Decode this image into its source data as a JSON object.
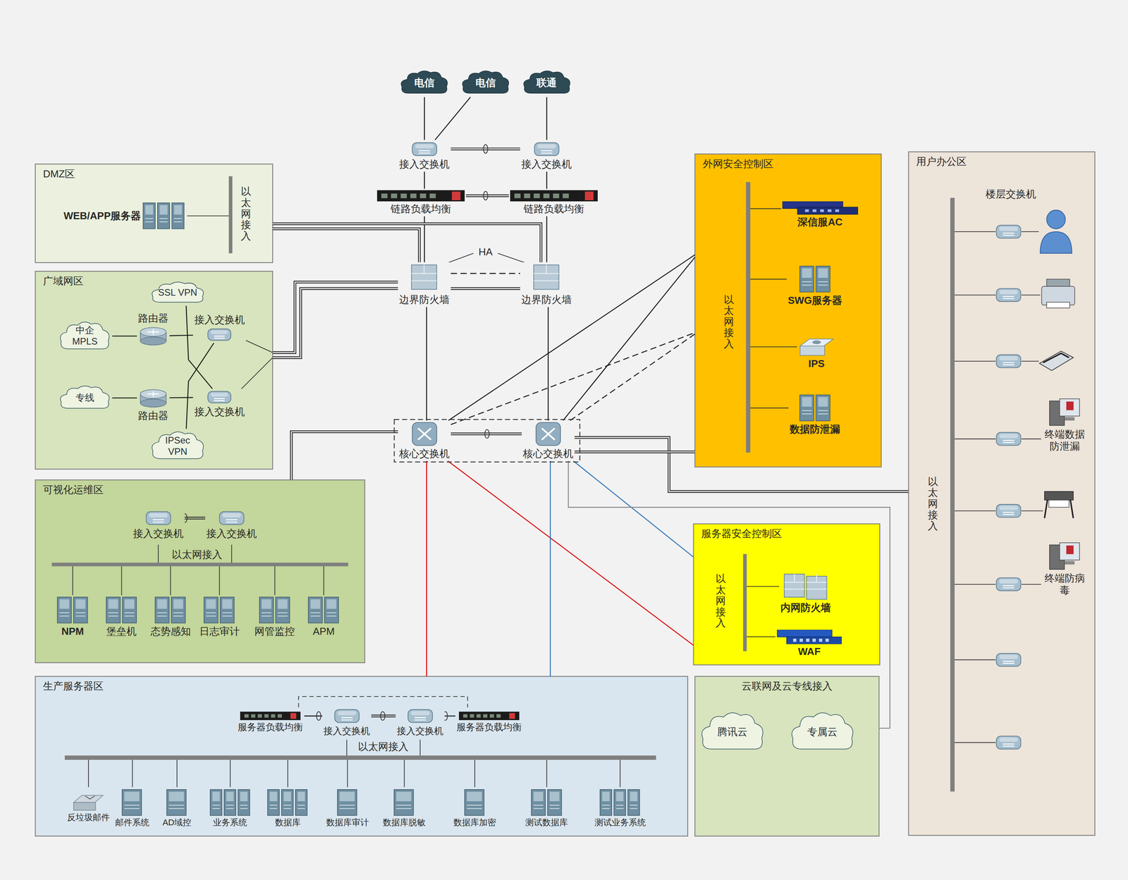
{
  "diagram": {
    "nodes": [
      {
        "text": [
          "电信"
        ]
      },
      {
        "text": [
          "电信"
        ]
      },
      {
        "text": [
          "联通"
        ]
      },
      {
        "text": [
          "接入交换机"
        ]
      },
      {
        "text": [
          "接入交换机"
        ]
      },
      {
        "text": [
          "链路负载均衡"
        ]
      },
      {
        "text": [
          "链路负载均衡"
        ]
      },
      {
        "text": [
          "边界防火墙"
        ]
      },
      {
        "text": [
          "边界防火墙"
        ]
      },
      {
        "text": [
          "核心交换机"
        ]
      },
      {
        "text": [
          "核心交换机"
        ]
      },
      {
        "text": [
          "DMZ区"
        ]
      },
      {
        "text": [
          "WEB/APP服务器"
        ],
        "in": 11
      },
      {
        "text": [
          "广域网区"
        ]
      },
      {
        "text": [
          "SSL VPN"
        ],
        "in": 13
      },
      {
        "text": [
          "中企 MPLS"
        ],
        "in": 13
      },
      {
        "text": [
          "路由器"
        ],
        "in": 13
      },
      {
        "text": [
          "接入交换机"
        ],
        "in": 13
      },
      {
        "text": [
          "专线"
        ],
        "in": 13
      },
      {
        "text": [
          "路由器"
        ],
        "in": 13
      },
      {
        "text": [
          "接入交换机"
        ],
        "in": 13
      },
      {
        "text": [
          "IPSec VPN"
        ],
        "in": 13
      },
      {
        "text": [
          "可视化运维区"
        ]
      },
      {
        "text": [
          "接入交换机"
        ],
        "in": 22
      },
      {
        "text": [
          "接入交换机"
        ],
        "in": 22
      },
      {
        "text": [
          "NPM"
        ],
        "in": 22
      },
      {
        "text": [
          "堡垒机"
        ],
        "in": 22
      },
      {
        "text": [
          "态势感知"
        ],
        "in": 22
      },
      {
        "text": [
          "日志审计"
        ],
        "in": 22
      },
      {
        "text": [
          "网管监控"
        ],
        "in": 22
      },
      {
        "text": [
          "APM"
        ],
        "in": 22
      },
      {
        "text": [
          "生产服务器区"
        ]
      },
      {
        "text": [
          "服务器负载均衡"
        ],
        "in": 31
      },
      {
        "text": [
          "接入交换机"
        ],
        "in": 31
      },
      {
        "text": [
          "接入交换机"
        ],
        "in": 31
      },
      {
        "text": [
          "服务器负载均衡"
        ],
        "in": 31
      },
      {
        "text": [
          "反垃圾邮件"
        ],
        "in": 31
      },
      {
        "text": [
          "邮件系统"
        ],
        "in": 31
      },
      {
        "text": [
          "AD域控"
        ],
        "in": 31
      },
      {
        "text": [
          "业务系统"
        ],
        "in": 31
      },
      {
        "text": [
          "数据库"
        ],
        "in": 31
      },
      {
        "text": [
          "数据库审计"
        ],
        "in": 31
      },
      {
        "text": [
          "数据库脱敏"
        ],
        "in": 31
      },
      {
        "text": [
          "数据库加密"
        ],
        "in": 31
      },
      {
        "text": [
          "测试数据库"
        ],
        "in": 31
      },
      {
        "text": [
          "测试业务系统"
        ],
        "in": 31
      },
      {
        "text": [
          "外网安全控制区"
        ]
      },
      {
        "text": [
          "深信服AC"
        ],
        "in": 46
      },
      {
        "text": [
          "SWG服务器"
        ],
        "in": 46
      },
      {
        "text": [
          "IPS"
        ],
        "in": 46
      },
      {
        "text": [
          "数据防泄漏"
        ],
        "in": 46
      },
      {
        "text": [
          "服务器安全控制区"
        ]
      },
      {
        "text": [
          "内网防火墙"
        ],
        "in": 51
      },
      {
        "text": [
          "WAF"
        ],
        "in": 51
      },
      {
        "text": [
          "云联网及云专线接入"
        ]
      },
      {
        "text": [
          "腾讯云"
        ],
        "in": 54
      },
      {
        "text": [
          "专属云"
        ],
        "in": 54
      },
      {
        "text": [
          "用户办公区"
        ]
      },
      {
        "text": [
          "终端数据防泄漏"
        ],
        "in": 57
      },
      {
        "text": [
          "终端防病毒"
        ],
        "in": 57
      }
    ],
    "edges": [
      {
        "from": 0,
        "to": 3,
        "arrow": "none"
      },
      {
        "from": 1,
        "to": 3,
        "arrow": "none"
      },
      {
        "from": 2,
        "to": 4,
        "arrow": "none"
      },
      {
        "from": 3,
        "to": 4,
        "arrow": "none"
      },
      {
        "from": 5,
        "to": 6,
        "arrow": "none"
      },
      {
        "from": 3,
        "to": 5,
        "arrow": "none"
      },
      {
        "from": 4,
        "to": 6,
        "arrow": "none"
      },
      {
        "from": 5,
        "to": 7,
        "arrow": "none"
      },
      {
        "from": 6,
        "to": 8,
        "arrow": "none"
      },
      {
        "from": 7,
        "to": 8,
        "arrow": "none",
        "label": "HA"
      },
      {
        "from": 7,
        "to": 9,
        "arrow": "none"
      },
      {
        "from": 8,
        "to": 10,
        "arrow": "none"
      },
      {
        "from": 11,
        "to": 7,
        "arrow": "none"
      },
      {
        "from": 11,
        "to": 8,
        "arrow": "none"
      },
      {
        "from": 13,
        "to": 7,
        "arrow": "none"
      },
      {
        "from": 13,
        "to": 8,
        "arrow": "none"
      },
      {
        "from": 22,
        "to": 9,
        "arrow": "none"
      },
      {
        "from": 9,
        "to": 10,
        "arrow": "none"
      },
      {
        "from": 10,
        "to": 57,
        "arrow": "none"
      },
      {
        "from": 9,
        "to": 31,
        "arrow": "none"
      },
      {
        "from": 9,
        "to": 51,
        "arrow": "none"
      },
      {
        "from": 10,
        "to": 31,
        "arrow": "none"
      },
      {
        "from": 10,
        "to": 51,
        "arrow": "none"
      },
      {
        "from": 10,
        "to": 54,
        "arrow": "none"
      },
      {
        "from": 9,
        "to": 46,
        "arrow": "none"
      },
      {
        "from": 10,
        "to": 46,
        "arrow": "none"
      },
      {
        "from": 9,
        "to": 46,
        "arrow": "none"
      },
      {
        "from": 10,
        "to": 46,
        "arrow": "none"
      },
      {
        "from": 10,
        "to": 46,
        "arrow": "none"
      },
      {
        "from": 15,
        "to": 16,
        "arrow": "none"
      },
      {
        "from": 16,
        "to": 17,
        "arrow": "none"
      },
      {
        "from": 18,
        "to": 19,
        "arrow": "none"
      },
      {
        "from": 19,
        "to": 20,
        "arrow": "none"
      },
      {
        "from": 14,
        "to": 20,
        "arrow": "none"
      },
      {
        "from": 21,
        "to": 17,
        "arrow": "none"
      },
      {
        "from": 23,
        "to": 24,
        "arrow": "none"
      },
      {
        "from": 32,
        "to": 33,
        "arrow": "none"
      },
      {
        "from": 33,
        "to": 34,
        "arrow": "none"
      },
      {
        "from": 34,
        "to": 35,
        "arrow": "none"
      }
    ],
    "labels": [
      "以太网接入",
      "以太网接入",
      "以太网接入",
      "以太网接入",
      "以太网接入",
      "楼层交换机",
      "以太网接入"
    ]
  }
}
